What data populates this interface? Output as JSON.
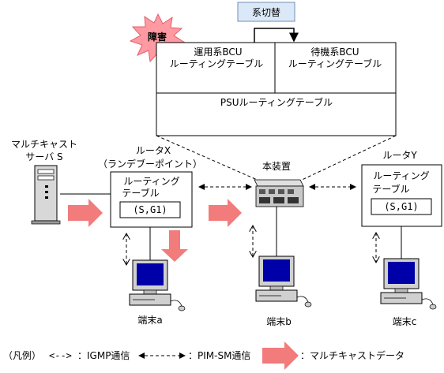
{
  "switchover": "系切替",
  "fault": "障害",
  "bcu_active": {
    "line1": "運用系BCU",
    "line2": "ルーティングテーブル"
  },
  "bcu_standby": {
    "line1": "待機系BCU",
    "line2": "ルーティングテーブル"
  },
  "psu_table": "PSUルーティングテーブル",
  "server": {
    "line1": "マルチキャスト",
    "line2": "サーバ S"
  },
  "router_x": {
    "line1": "ルータX",
    "line2": "（ランデブーポイント）",
    "table1": "ルーティング",
    "table2": "テーブル",
    "entry": "(S,G1)"
  },
  "device": "本装置",
  "router_y": {
    "line1": "ルータY",
    "table1": "ルーティング",
    "table2": "テーブル",
    "entry": "(S,G1)"
  },
  "terminals": [
    "端末a",
    "端末b",
    "端末c"
  ],
  "legend": {
    "title": "（凡例）",
    "igmp_symbol": "<-->",
    "igmp_label": "：IGMP通信",
    "pim_label": "：PIM-SM通信",
    "mcast_label": "：マルチキャストデータ"
  },
  "colors": {
    "arrow_fill": "#f27b7b",
    "starburst": "#ff9aa2",
    "monitor_screen": "#0000a8",
    "switch_label_bg": "#dbe8f7"
  }
}
